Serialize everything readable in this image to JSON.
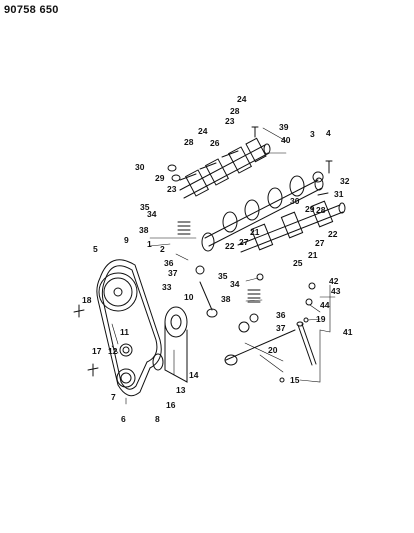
{
  "document_id": "90758 650",
  "callouts": {
    "c1": "1",
    "c2": "2",
    "c3": "3",
    "c4": "4",
    "c5": "5",
    "c6": "6",
    "c7": "7",
    "c8": "8",
    "c9": "9",
    "c10": "10",
    "c11": "11",
    "c12": "12",
    "c13": "13",
    "c14": "14",
    "c15": "15",
    "c16": "16",
    "c17": "17",
    "c18": "18",
    "c19": "19",
    "c20": "20",
    "c21": "21",
    "c22": "22",
    "c23": "23",
    "c24": "24",
    "c25": "25",
    "c26": "26",
    "c27": "27",
    "c28": "28",
    "c29": "29",
    "c30": "30",
    "c31": "31",
    "c32": "32",
    "c33": "33",
    "c34": "34",
    "c35": "35",
    "c36": "36",
    "c37": "37",
    "c38": "38",
    "c39": "39",
    "c40": "40",
    "c41": "41",
    "c42": "42",
    "c43": "43",
    "c44": "44"
  }
}
